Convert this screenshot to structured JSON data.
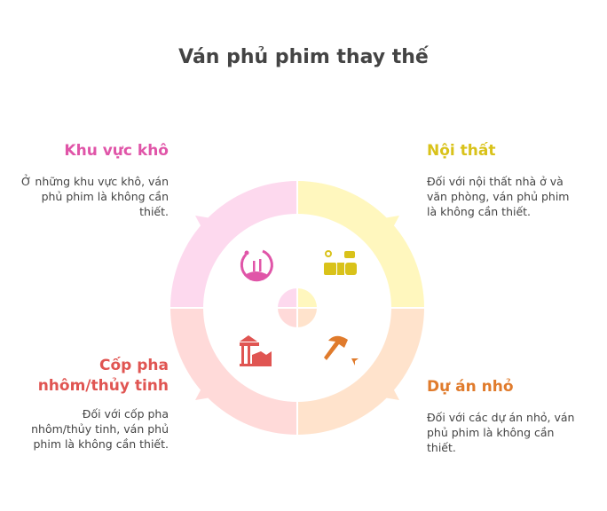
{
  "title": "Ván phủ phim thay thế",
  "quadrants": [
    {
      "heading": "Khu vực khô",
      "desc": "Ở những khu vực khô, ván phủ phim là không cần thiết.",
      "color": "#E055A8",
      "fill": "#FDD9EE",
      "icon": "coral-icon"
    },
    {
      "heading": "Nội thất",
      "desc": "Đối với nội thất nhà ở và văn phòng, ván phủ phim là không cần thiết.",
      "color": "#D9C21A",
      "fill": "#FFF7BE",
      "icon": "furniture-icon"
    },
    {
      "heading": "Dự án nhỏ",
      "desc": "Đối với các dự án nhỏ, ván phủ phim là không cần thiết.",
      "color": "#E07B2C",
      "fill": "#FFE3CC",
      "icon": "hammer-icon"
    },
    {
      "heading": "Cốp pha nhôm/thủy tinh",
      "desc": "Đối với cốp pha nhôm/thủy tinh, ván phủ phim là không cần thiết.",
      "color": "#E05552",
      "fill": "#FFDAD9",
      "icon": "factory-icon"
    }
  ]
}
